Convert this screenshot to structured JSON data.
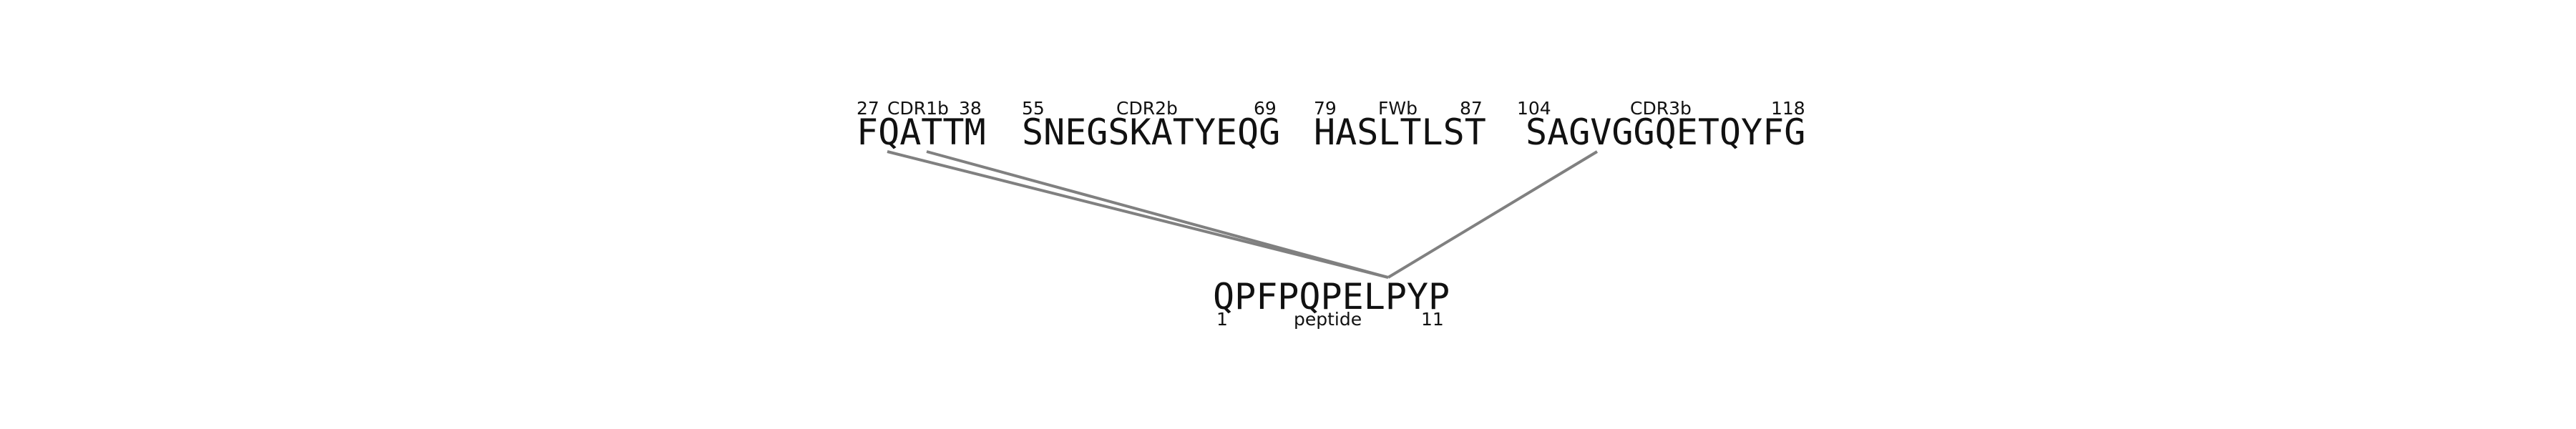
{
  "segments": [
    {
      "start": "27",
      "name": "CDR1b",
      "end": "38",
      "sequence": "FQATTM"
    },
    {
      "start": "55",
      "name": "CDR2b",
      "end": "69",
      "sequence": "SNEGSKATYEQG"
    },
    {
      "start": "79",
      "name": "FWb",
      "end": "87",
      "sequence": "HASLTLST"
    },
    {
      "start": "104",
      "name": "CDR3b",
      "end": "118",
      "sequence": "SAGVGGQETQYFG"
    }
  ],
  "peptide": {
    "sequence": "QPFPQPELPYP",
    "start": "1",
    "name": "peptide",
    "end": "11"
  },
  "colors": {
    "link": "#808080",
    "text": "#111111"
  }
}
